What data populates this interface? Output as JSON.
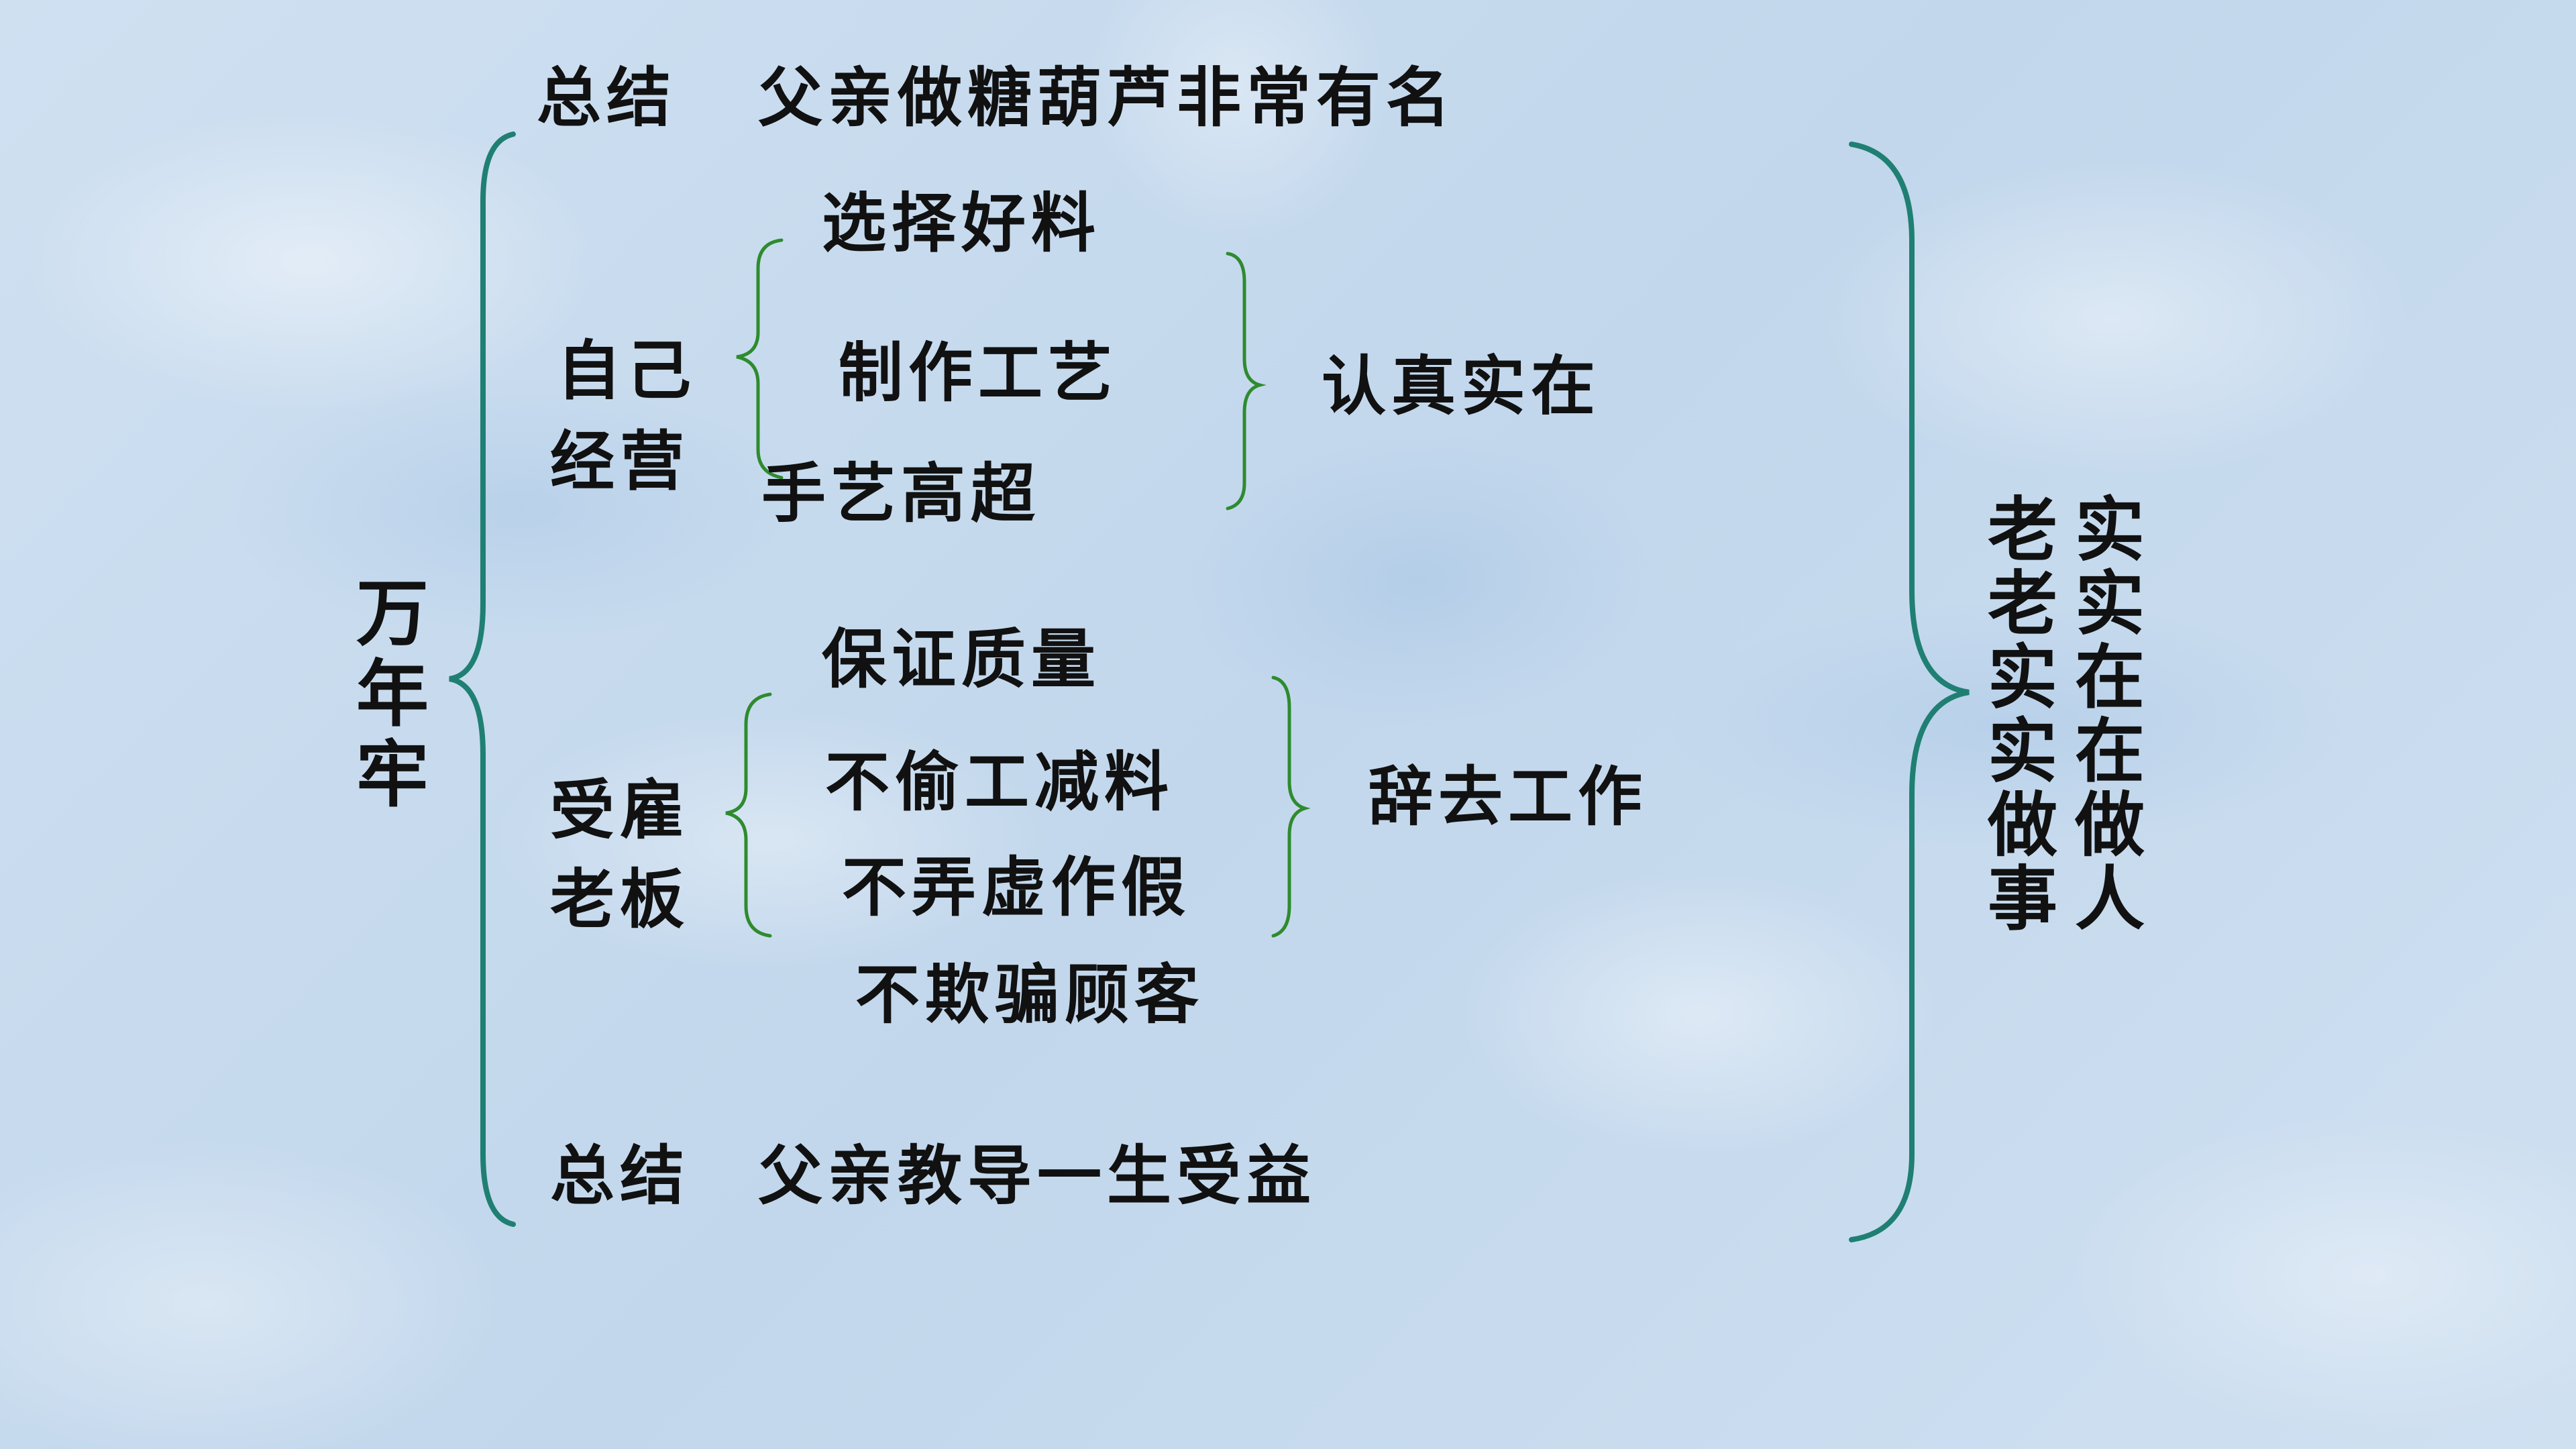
{
  "summary_top": {
    "label": "总结",
    "text": "父亲做糖葫芦非常有名"
  },
  "root": "万年牢",
  "self_run": {
    "label_line1": "自己",
    "label_line2": "经营",
    "items": [
      "选择好料",
      "制作工艺",
      "手艺高超"
    ],
    "result": "认真实在"
  },
  "employed": {
    "label_line1": "受雇",
    "label_line2": "老板",
    "items": [
      "保证质量",
      "不偷工减料",
      "不弄虚作假",
      "不欺骗顾客"
    ],
    "result": "辞去工作"
  },
  "summary_bottom": {
    "label": "总结",
    "text": "父亲教导一生受益"
  },
  "conclusion": {
    "col1": "老老实实做事",
    "col2": "实实在在做人"
  },
  "colors": {
    "big_brace": "#1f7f73",
    "small_brace": "#2e8b2e",
    "text": "#111111"
  }
}
